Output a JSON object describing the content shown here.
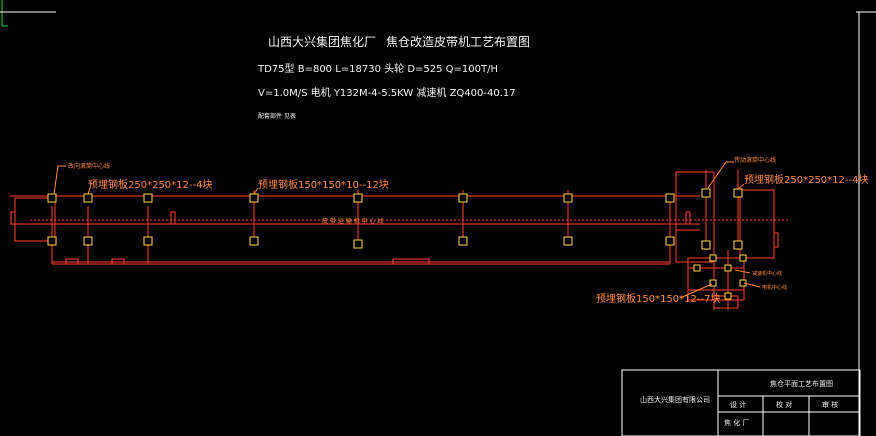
{
  "title": {
    "company": "山西大兴集团焦化厂",
    "drawing": "焦仓改造皮带机工艺布置图"
  },
  "specs": {
    "line1": "TD75型 B=800 L=18730 头轮 D=525 Q=100T/H",
    "line2": "V=1.0M/S 电机 Y132M-4-5.5KW 减速机 ZQ400-40.17",
    "line3": "配套部件 见表"
  },
  "labels": {
    "left_drum_center": "改向滚筒中心线",
    "left_embed": "预埋钢板250*250*12--4块",
    "mid_embed": "预埋钢板150*150*10--12块",
    "belt_text": "皮 带 运 输 机 中 心 线",
    "right_drum_center": "传动滚筒中心线",
    "right_embed": "预埋钢板250*250*12--4块",
    "motor_center": "减速机中心线",
    "motor_center2": "电机中心线",
    "bottom_embed": "预埋钢板150*150*12--7块"
  },
  "title_block": {
    "company": "山西大兴集团有限公司",
    "drawing_title": "焦仓平面工艺布置图",
    "design": "设 计",
    "check": "校 对",
    "review": "审 核",
    "dept": "焦 化 厂"
  },
  "colors": {
    "background": "#000000",
    "main_line": "#ff3b2f",
    "annotation": "#ff8a3d",
    "anchor": "#ffd84d",
    "text": "#f2f2f2",
    "frame": "#ffffff"
  }
}
